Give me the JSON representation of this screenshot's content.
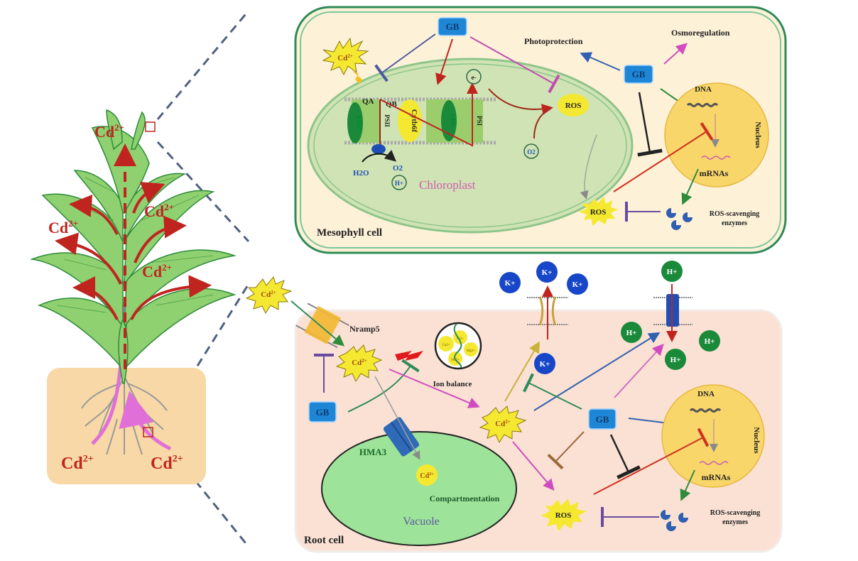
{
  "colors": {
    "mesophyll_bg": "#fdf1d8",
    "mesophyll_border": "#2e8b57",
    "chloroplast_fill": "#cfe3b4",
    "root_bg": "#fbe1d4",
    "soil": "#f7d8a6",
    "vacuole_fill": "#9ee39a",
    "nucleus_fill": "#f9d66a",
    "gb_fill": "#1f86d6",
    "cd_red": "#c0241e",
    "k_ion": "#1746c8",
    "h_ion": "#1a8a3a"
  },
  "plant": {
    "cd_labels": [
      "Cd2+",
      "Cd2+",
      "Cd2+",
      "Cd2+",
      "Cd2+",
      "Cd2+"
    ],
    "cd_base": "Cd",
    "cd_sup": "2+"
  },
  "mesophyll": {
    "title": "Mesophyll cell",
    "gb_top": "GB",
    "gb_right": "GB",
    "cd_star": "Cd",
    "cd_sup": "2+",
    "chloroplast_label": "Chloroplast",
    "photoprotection": "Photoprotection",
    "osmoregulation": "Osmoregulation",
    "thylakoid": {
      "lhc1": "LHC",
      "psii": "PSII",
      "cytb6f": "Cytb6f",
      "lhc2": "LHC",
      "psi": "PSI",
      "qa": "QA",
      "qb": "QB",
      "h2o": "H2O",
      "o2_out": "O2",
      "h_plus": "H+",
      "e_minus": "e-",
      "o2_in": "O2"
    },
    "ros_inner": "ROS",
    "ros_outer": "ROS",
    "nucleus": {
      "dna": "DNA",
      "mrna": "mRNAs",
      "label": "Nucleus"
    },
    "enzymes": [
      "ROS-scavenging",
      "enzymes"
    ]
  },
  "root": {
    "title": "Root cell",
    "nramp5": "Nramp5",
    "gb_left": "GB",
    "gb_center": "GB",
    "cd_outer": "Cd",
    "cd_inner": "Cd",
    "cd_mid": "Cd",
    "cd_vac": "Cd",
    "cd_sup": "2+",
    "ion_balance": "Ion balance",
    "ion_balance_ions": [
      "Fe2+",
      "Mn2+",
      "Mg2+",
      "Ca2+"
    ],
    "hma3": "HMA3",
    "compartmentation": "Compartmentation",
    "vacuole": "Vacuole",
    "k_ions": [
      "K+",
      "K+",
      "K+",
      "K+"
    ],
    "h_ions": [
      "H+",
      "H+",
      "H+",
      "H+"
    ],
    "ros": "ROS",
    "nucleus": {
      "dna": "DNA",
      "mrna": "mRNAs",
      "label": "Nucleus"
    },
    "enzymes": [
      "ROS-scavenging",
      "enzymes"
    ]
  }
}
